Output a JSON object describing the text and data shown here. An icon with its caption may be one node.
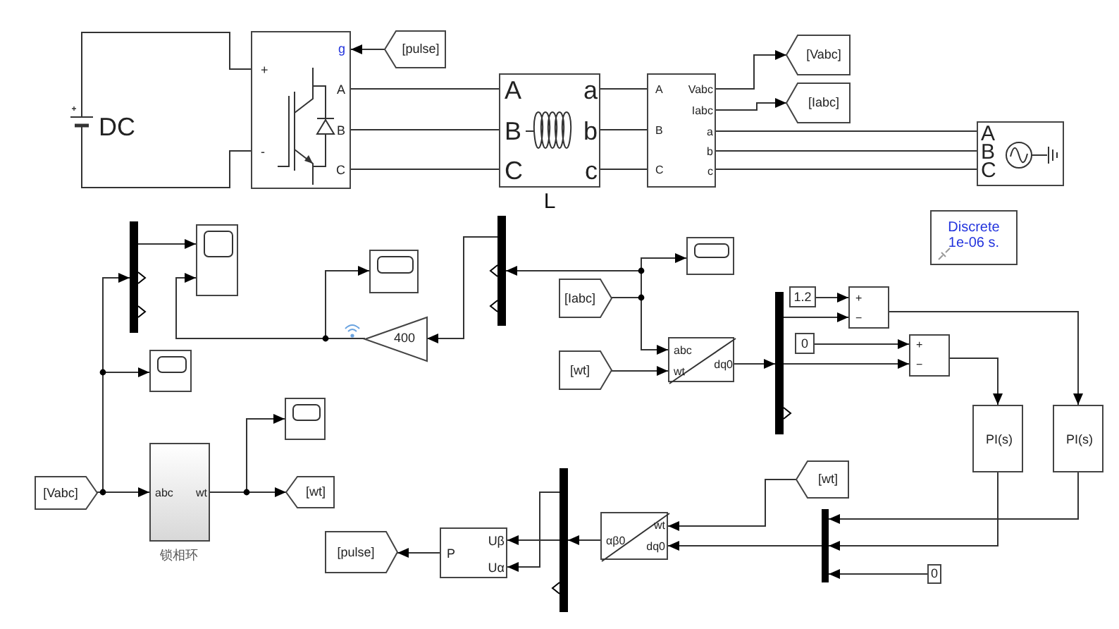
{
  "diagram": {
    "nodes": [
      {
        "text": [
          "DC"
        ]
      },
      {
        "text": [
          "g",
          "+",
          "A",
          "B",
          "-",
          "C"
        ]
      },
      {
        "text": [
          "[pulse]"
        ]
      },
      {
        "text": [
          "A",
          "B",
          "C",
          "a",
          "b",
          "c"
        ],
        "beside": [
          "L"
        ]
      },
      {
        "text": [
          "A",
          "B",
          "C",
          "Vabc",
          "Iabc",
          "a",
          "b",
          "c"
        ]
      },
      {
        "text": [
          "[Vabc]"
        ]
      },
      {
        "text": [
          "[Iabc]"
        ]
      },
      {
        "text": [
          "A",
          "B",
          "C"
        ]
      },
      {
        "text": [
          "Discrete 1e-06 s."
        ]
      },
      {
        "text": [],
        "shape": "bar"
      },
      {
        "text": [],
        "shape": "box"
      },
      {
        "text": [],
        "shape": "box"
      },
      {
        "text": [
          "400"
        ]
      },
      {
        "text": [],
        "shape": "bar"
      },
      {
        "text": [],
        "shape": "box"
      },
      {
        "text": [],
        "shape": "box"
      },
      {
        "text": [
          "[Vabc]"
        ]
      },
      {
        "text": [
          "abc",
          "wt"
        ],
        "beside": [
          "锁相环"
        ]
      },
      {
        "text": [
          "[wt]"
        ]
      },
      {
        "text": [],
        "shape": "box"
      },
      {
        "text": [
          "[Iabc]"
        ]
      },
      {
        "text": [
          "[wt]"
        ]
      },
      {
        "text": [
          "abc",
          "wt",
          "dq0"
        ]
      },
      {
        "text": [],
        "shape": "bar"
      },
      {
        "text": [
          "1.2"
        ]
      },
      {
        "text": [
          "+",
          "−"
        ]
      },
      {
        "text": [
          "0"
        ]
      },
      {
        "text": [
          "+",
          "−"
        ]
      },
      {
        "text": [
          "PI(s)"
        ]
      },
      {
        "text": [
          "PI(s)"
        ]
      },
      {
        "text": [
          "[wt]"
        ]
      },
      {
        "text": [],
        "shape": "bar"
      },
      {
        "text": [
          "0"
        ]
      },
      {
        "text": [
          "wt",
          "αβ0",
          "dq0"
        ]
      },
      {
        "text": [],
        "shape": "bar"
      },
      {
        "text": [
          "Uβ",
          "Uα",
          "P"
        ]
      },
      {
        "text": [
          "[pulse]"
        ]
      }
    ],
    "edges": [
      {
        "from": 0,
        "to": 1,
        "arrow": "none"
      },
      {
        "from": 0,
        "to": 1,
        "arrow": "none"
      },
      {
        "from": 2,
        "to": 1,
        "arrow": "to"
      },
      {
        "from": 1,
        "to": 3,
        "arrow": "none"
      },
      {
        "from": 1,
        "to": 3,
        "arrow": "none"
      },
      {
        "from": 1,
        "to": 3,
        "arrow": "none"
      },
      {
        "from": 3,
        "to": 4,
        "arrow": "none"
      },
      {
        "from": 3,
        "to": 4,
        "arrow": "none"
      },
      {
        "from": 3,
        "to": 4,
        "arrow": "none"
      },
      {
        "from": 4,
        "to": 7,
        "arrow": "none"
      },
      {
        "from": 4,
        "to": 7,
        "arrow": "none"
      },
      {
        "from": 4,
        "to": 7,
        "arrow": "none"
      },
      {
        "from": 4,
        "to": 5,
        "arrow": "to"
      },
      {
        "from": 4,
        "to": 6,
        "arrow": "to"
      },
      {
        "from": 16,
        "to": 9,
        "arrow": "to"
      },
      {
        "from": 16,
        "to": 14,
        "arrow": "to"
      },
      {
        "from": 16,
        "to": 17,
        "arrow": "to"
      },
      {
        "from": 9,
        "to": 10,
        "arrow": "to"
      },
      {
        "from": 13,
        "to": 12,
        "arrow": "to"
      },
      {
        "from": 12,
        "to": 10,
        "arrow": "to"
      },
      {
        "from": 12,
        "to": 11,
        "arrow": "to"
      },
      {
        "from": 20,
        "to": 19,
        "arrow": "to"
      },
      {
        "from": 20,
        "to": 13,
        "arrow": "to"
      },
      {
        "from": 20,
        "to": 22,
        "arrow": "to"
      },
      {
        "from": 21,
        "to": 22,
        "arrow": "to"
      },
      {
        "from": 17,
        "to": 15,
        "arrow": "to"
      },
      {
        "from": 17,
        "to": 18,
        "arrow": "to"
      },
      {
        "from": 22,
        "to": 23,
        "arrow": "to"
      },
      {
        "from": 24,
        "to": 25,
        "arrow": "to"
      },
      {
        "from": 23,
        "to": 25,
        "arrow": "to"
      },
      {
        "from": 26,
        "to": 27,
        "arrow": "to"
      },
      {
        "from": 23,
        "to": 27,
        "arrow": "to"
      },
      {
        "from": 25,
        "to": 29,
        "arrow": "to"
      },
      {
        "from": 27,
        "to": 28,
        "arrow": "to"
      },
      {
        "from": 29,
        "to": 31,
        "arrow": "to"
      },
      {
        "from": 28,
        "to": 31,
        "arrow": "to"
      },
      {
        "from": 32,
        "to": 31,
        "arrow": "to"
      },
      {
        "from": 30,
        "to": 33,
        "arrow": "to"
      },
      {
        "from": 31,
        "to": 33,
        "arrow": "to"
      },
      {
        "from": 33,
        "to": 34,
        "arrow": "to"
      },
      {
        "from": 34,
        "to": 35,
        "arrow": "to"
      },
      {
        "from": 34,
        "to": 35,
        "arrow": "to"
      },
      {
        "from": 35,
        "to": 36,
        "arrow": "to"
      }
    ]
  }
}
